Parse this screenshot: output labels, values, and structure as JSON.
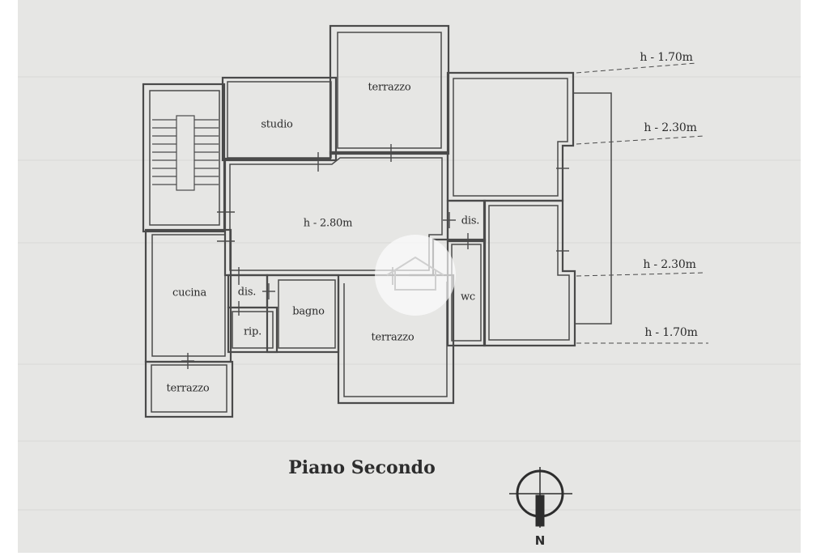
{
  "rooms": {
    "terrazzo_top": "terrazzo",
    "studio": "studio",
    "living_height": "h - 2.80m",
    "dis_right": "dis.",
    "cucina": "cucina",
    "dis_left": "dis.",
    "bagno": "bagno",
    "rip": "rip.",
    "terrazzo_center": "terrazzo",
    "wc": "wc",
    "terrazzo_left": "terrazzo"
  },
  "heights": [
    "h - 1.70m",
    "h - 2.30m",
    "h - 2.30m",
    "h - 1.70m"
  ],
  "title": "Piano Secondo",
  "north_label": "N",
  "colors": {
    "paper": "#e6e6e4",
    "wall": "#4a4a4a",
    "ink": "#2a2a2a",
    "watermark": "#ffffff"
  }
}
